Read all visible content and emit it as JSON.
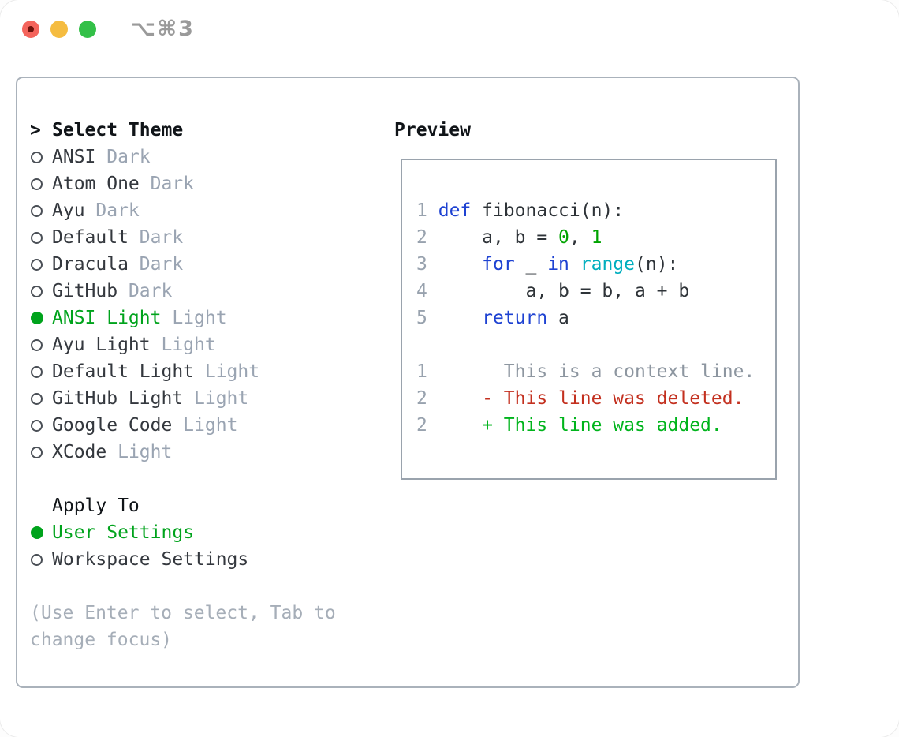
{
  "window": {
    "title_shortcut": "⌥⌘3",
    "traffic_lights": [
      "close",
      "minimize",
      "zoom"
    ]
  },
  "left_panel": {
    "prompt": ">",
    "title": "Select Theme",
    "themes": [
      {
        "name": "ANSI",
        "variant": "Dark",
        "selected": false
      },
      {
        "name": "Atom One",
        "variant": "Dark",
        "selected": false
      },
      {
        "name": "Ayu",
        "variant": "Dark",
        "selected": false
      },
      {
        "name": "Default",
        "variant": "Dark",
        "selected": false
      },
      {
        "name": "Dracula",
        "variant": "Dark",
        "selected": false
      },
      {
        "name": "GitHub",
        "variant": "Dark",
        "selected": false
      },
      {
        "name": "ANSI Light",
        "variant": "Light",
        "selected": true
      },
      {
        "name": "Ayu Light",
        "variant": "Light",
        "selected": false
      },
      {
        "name": "Default Light",
        "variant": "Light",
        "selected": false
      },
      {
        "name": "GitHub Light",
        "variant": "Light",
        "selected": false
      },
      {
        "name": "Google Code",
        "variant": "Light",
        "selected": false
      },
      {
        "name": "XCode",
        "variant": "Light",
        "selected": false
      }
    ],
    "apply_to": {
      "title": "Apply To",
      "options": [
        {
          "name": "User Settings",
          "selected": true
        },
        {
          "name": "Workspace Settings",
          "selected": false
        }
      ]
    },
    "help_lines": [
      "(Use Enter to select, Tab to",
      "change focus)"
    ]
  },
  "preview": {
    "title": "Preview",
    "code_lines": [
      {
        "num": "1",
        "segments": [
          {
            "t": " ",
            "c": "fg"
          },
          {
            "t": "def",
            "c": "kw"
          },
          {
            "t": " fibonacci(n):",
            "c": "fg"
          }
        ]
      },
      {
        "num": "2",
        "segments": [
          {
            "t": "     a, b = ",
            "c": "fg"
          },
          {
            "t": "0",
            "c": "num"
          },
          {
            "t": ", ",
            "c": "fg"
          },
          {
            "t": "1",
            "c": "num"
          }
        ]
      },
      {
        "num": "3",
        "segments": [
          {
            "t": "     ",
            "c": "fg"
          },
          {
            "t": "for",
            "c": "kw"
          },
          {
            "t": " _ ",
            "c": "fg"
          },
          {
            "t": "in",
            "c": "kw"
          },
          {
            "t": " ",
            "c": "fg"
          },
          {
            "t": "range",
            "c": "fn"
          },
          {
            "t": "(n):",
            "c": "fg"
          }
        ]
      },
      {
        "num": "4",
        "segments": [
          {
            "t": "         a, b = b, a + b",
            "c": "fg"
          }
        ]
      },
      {
        "num": "5",
        "segments": [
          {
            "t": "     ",
            "c": "fg"
          },
          {
            "t": "return",
            "c": "kw"
          },
          {
            "t": " a",
            "c": "fg"
          }
        ]
      },
      {
        "num": "",
        "segments": []
      },
      {
        "num": "1",
        "segments": [
          {
            "t": "       This is a context line.",
            "c": "ctx"
          }
        ]
      },
      {
        "num": "2",
        "segments": [
          {
            "t": "     - This line was deleted.",
            "c": "del"
          }
        ]
      },
      {
        "num": "2",
        "segments": [
          {
            "t": "     + This line was added.",
            "c": "add"
          }
        ]
      }
    ]
  },
  "colors": {
    "selected_green": "#00a31c",
    "keyword_blue": "#1e42d2",
    "function_cyan": "#00aebe",
    "number_green": "#00a300",
    "deleted_red": "#c3301f",
    "added_green": "#00b41c",
    "context_gray": "#8d96a0",
    "badge_gray": "#9aa4b2",
    "help_gray": "#a6aeb8",
    "text_dark": "#2e3338",
    "panel_border": "#aab2bb",
    "preview_border": "#9aa3ad",
    "traffic_red": "#f4645c",
    "traffic_yellow": "#f5bc40",
    "traffic_green": "#33c048"
  }
}
